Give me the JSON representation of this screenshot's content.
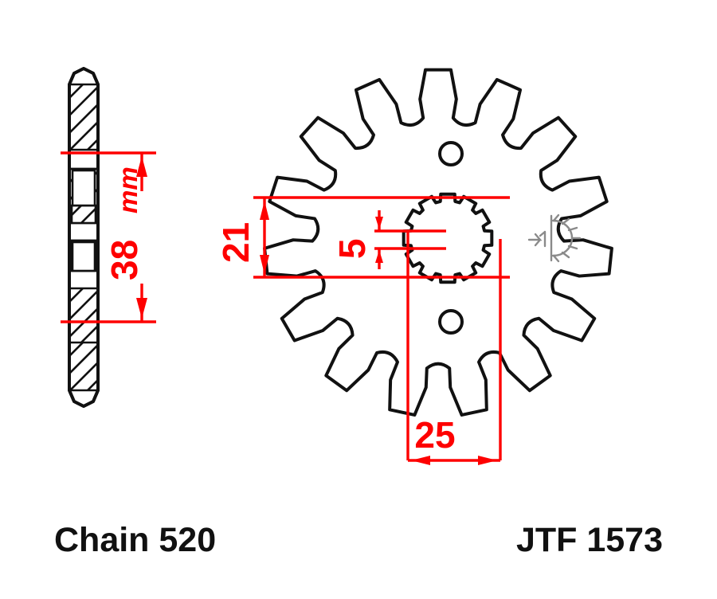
{
  "document": {
    "kind": "technical-drawing",
    "subject": "motorcycle front sprocket",
    "background_color": "#ffffff",
    "line_color": "#111111",
    "dimension_color": "#fe0000",
    "finish_symbol_color": "#8a8a8a"
  },
  "captions": {
    "chain": "Chain 520",
    "part_number": "JTF 1573"
  },
  "dimensions": {
    "thickness": {
      "value": "38",
      "unit": "mm",
      "label": "38 mm",
      "orientation": "vertical",
      "view": "side-profile"
    },
    "spline_bore": {
      "value": "21",
      "label": "21",
      "orientation": "vertical",
      "view": "face"
    },
    "keyway": {
      "value": "5",
      "label": "5",
      "orientation": "vertical",
      "view": "face"
    },
    "hub_width": {
      "value": "25",
      "label": "25",
      "orientation": "horizontal",
      "view": "face"
    }
  },
  "sprocket": {
    "teeth_count": 15,
    "bolt_holes": 2,
    "hub_type": "splined",
    "spline_count": 12
  },
  "side_view": {
    "segments": [
      "chamfer-tip-top",
      "hatched-block",
      "plain-groove",
      "hatched-block",
      "plain-groove",
      "open-block",
      "plain-groove",
      "open-block",
      "plain-groove",
      "hatched-block",
      "plain-groove",
      "hatched-block",
      "chamfer-tip-bottom"
    ]
  },
  "annotations": {
    "surface_finish_symbol": "machined-surface-symbol"
  }
}
